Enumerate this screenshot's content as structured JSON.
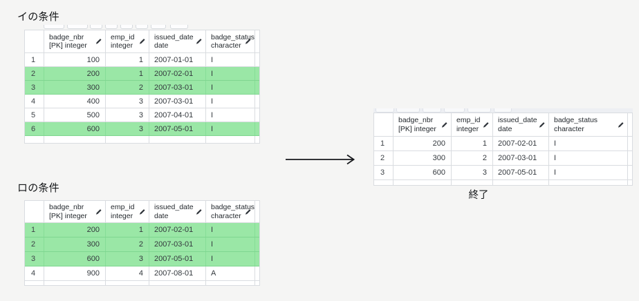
{
  "labels": {
    "table_a_title": "イの条件",
    "table_b_title": "ロの条件",
    "result_caption": "終了"
  },
  "columns": [
    {
      "name": "badge_nbr",
      "type": "[PK] integer",
      "align": "right"
    },
    {
      "name": "emp_id",
      "type": "integer",
      "align": "right"
    },
    {
      "name": "issued_date",
      "type": "date",
      "align": "left"
    },
    {
      "name": "badge_status",
      "type": "character",
      "align": "left"
    }
  ],
  "tables": {
    "a": {
      "rows": [
        {
          "num": "1",
          "cells": [
            "100",
            "1",
            "2007-01-01",
            "I"
          ],
          "highlighted": false
        },
        {
          "num": "2",
          "cells": [
            "200",
            "1",
            "2007-02-01",
            "I"
          ],
          "highlighted": true
        },
        {
          "num": "3",
          "cells": [
            "300",
            "2",
            "2007-03-01",
            "I"
          ],
          "highlighted": true
        },
        {
          "num": "4",
          "cells": [
            "400",
            "3",
            "2007-03-01",
            "I"
          ],
          "highlighted": false
        },
        {
          "num": "5",
          "cells": [
            "500",
            "3",
            "2007-04-01",
            "I"
          ],
          "highlighted": false
        },
        {
          "num": "6",
          "cells": [
            "600",
            "3",
            "2007-05-01",
            "I"
          ],
          "highlighted": true
        }
      ]
    },
    "b": {
      "rows": [
        {
          "num": "1",
          "cells": [
            "200",
            "1",
            "2007-02-01",
            "I"
          ],
          "highlighted": true
        },
        {
          "num": "2",
          "cells": [
            "300",
            "2",
            "2007-03-01",
            "I"
          ],
          "highlighted": true
        },
        {
          "num": "3",
          "cells": [
            "600",
            "3",
            "2007-05-01",
            "I"
          ],
          "highlighted": true
        },
        {
          "num": "4",
          "cells": [
            "900",
            "4",
            "2007-08-01",
            "A"
          ],
          "highlighted": false
        }
      ]
    },
    "result": {
      "rows": [
        {
          "num": "1",
          "cells": [
            "200",
            "1",
            "2007-02-01",
            "I"
          ],
          "highlighted": false
        },
        {
          "num": "2",
          "cells": [
            "300",
            "2",
            "2007-03-01",
            "I"
          ],
          "highlighted": false
        },
        {
          "num": "3",
          "cells": [
            "600",
            "3",
            "2007-05-01",
            "I"
          ],
          "highlighted": false
        }
      ]
    }
  },
  "colors": {
    "page_background": "#f5f5f4",
    "grid_border": "#d9dce0",
    "highlight_green": "#9ae7a6",
    "highlight_green_border": "#7fd690",
    "text": "#33383d"
  }
}
